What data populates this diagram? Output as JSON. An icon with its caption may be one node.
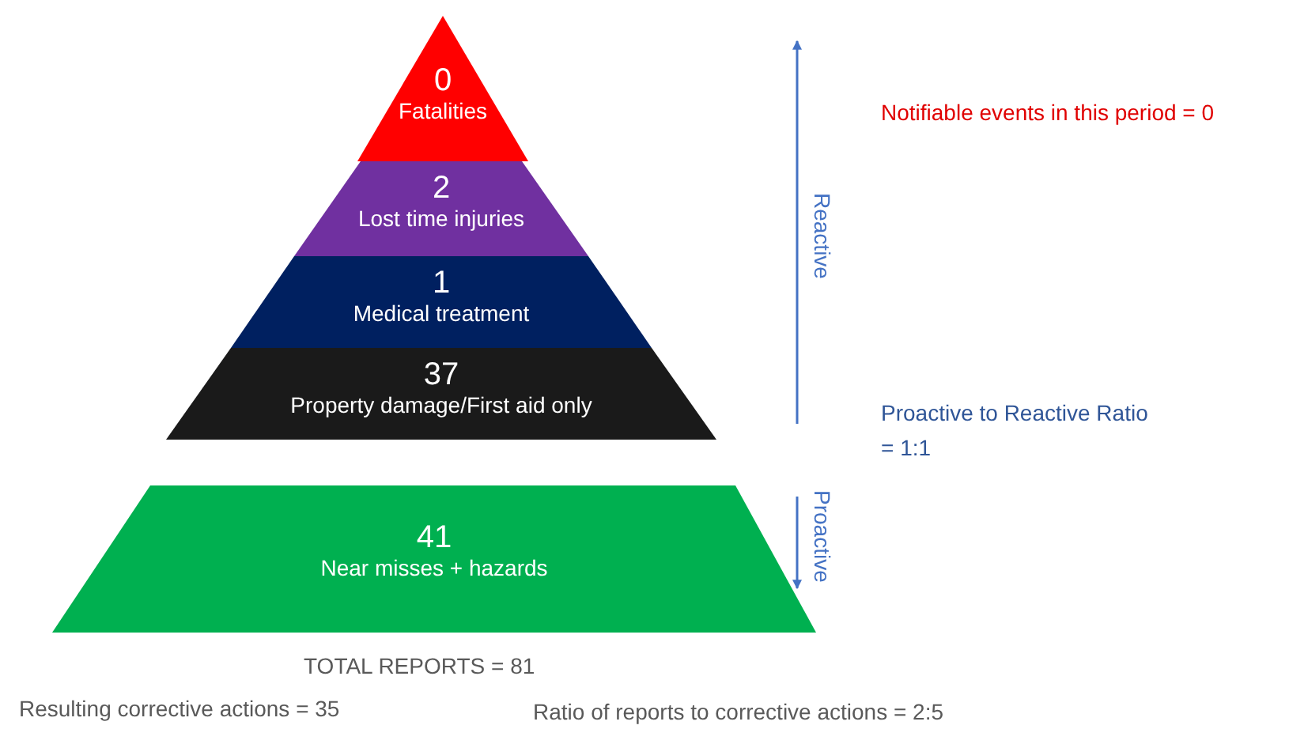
{
  "diagram": {
    "nodes": [
      {
        "text": [
          "0",
          "Fatalities"
        ]
      },
      {
        "text": [
          "2",
          "Lost time injuries"
        ]
      },
      {
        "text": [
          "1",
          "Medical treatment"
        ]
      },
      {
        "text": [
          "37",
          "Property damage/First aid only"
        ]
      },
      {
        "text": [
          "41",
          "Near misses + hazards"
        ]
      }
    ],
    "labels": [
      "Reactive",
      "Notifiable events in this period = 0",
      "Proactive to Reactive Ratio = 1:1",
      "Proactive",
      "TOTAL REPORTS = 81",
      "Resulting corrective actions = 35",
      "Ratio of reports to corrective actions = 2:5"
    ]
  }
}
